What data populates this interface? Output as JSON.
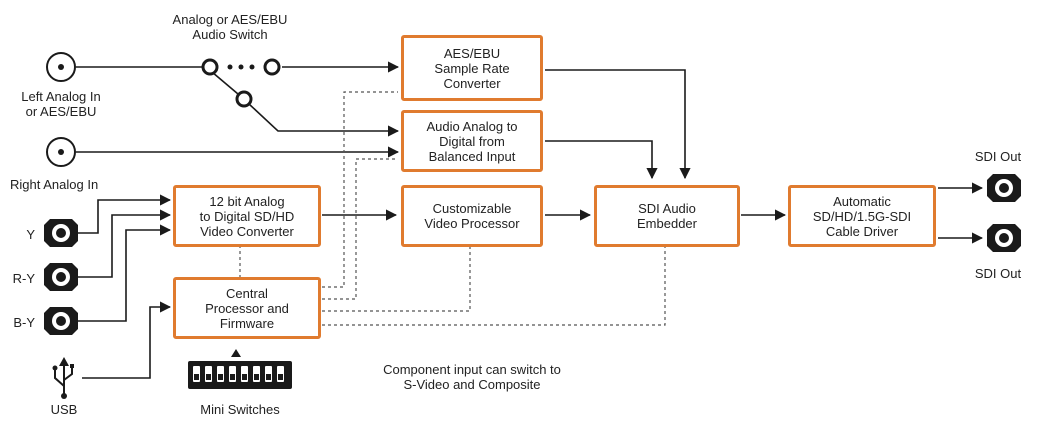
{
  "accent_color": "#e07b2f",
  "line_color": "#1a1a1a",
  "inputs": {
    "audio_switch_label": "Analog or AES/EBU\nAudio Switch",
    "left_analog": "Left Analog In\nor AES/EBU",
    "right_analog": "Right Analog In",
    "y": "Y",
    "r_y": "R-Y",
    "b_y": "B-Y",
    "usb": "USB",
    "mini_switches": "Mini Switches"
  },
  "blocks": {
    "aes_converter": "AES/EBU\nSample Rate\nConverter",
    "audio_analog": "Audio Analog to\nDigital from\nBalanced Input",
    "video_converter": "12 bit Analog\nto Digital SD/HD\nVideo Converter",
    "video_processor": "Customizable\nVideo Processor",
    "audio_embedder": "SDI Audio\nEmbedder",
    "cable_driver": "Automatic\nSD/HD/1.5G-SDI\nCable Driver",
    "central_processor": "Central\nProcessor and\nFirmware"
  },
  "outputs": {
    "sdi_out_top": "SDI Out",
    "sdi_out_bottom": "SDI Out"
  },
  "note": "Component input can switch to\nS-Video and Composite",
  "icons": [
    "analog-jack-icon",
    "bnc-connector-icon",
    "usb-icon",
    "dip-switch-icon",
    "switch-terminal-icon",
    "arrowhead-icon"
  ]
}
